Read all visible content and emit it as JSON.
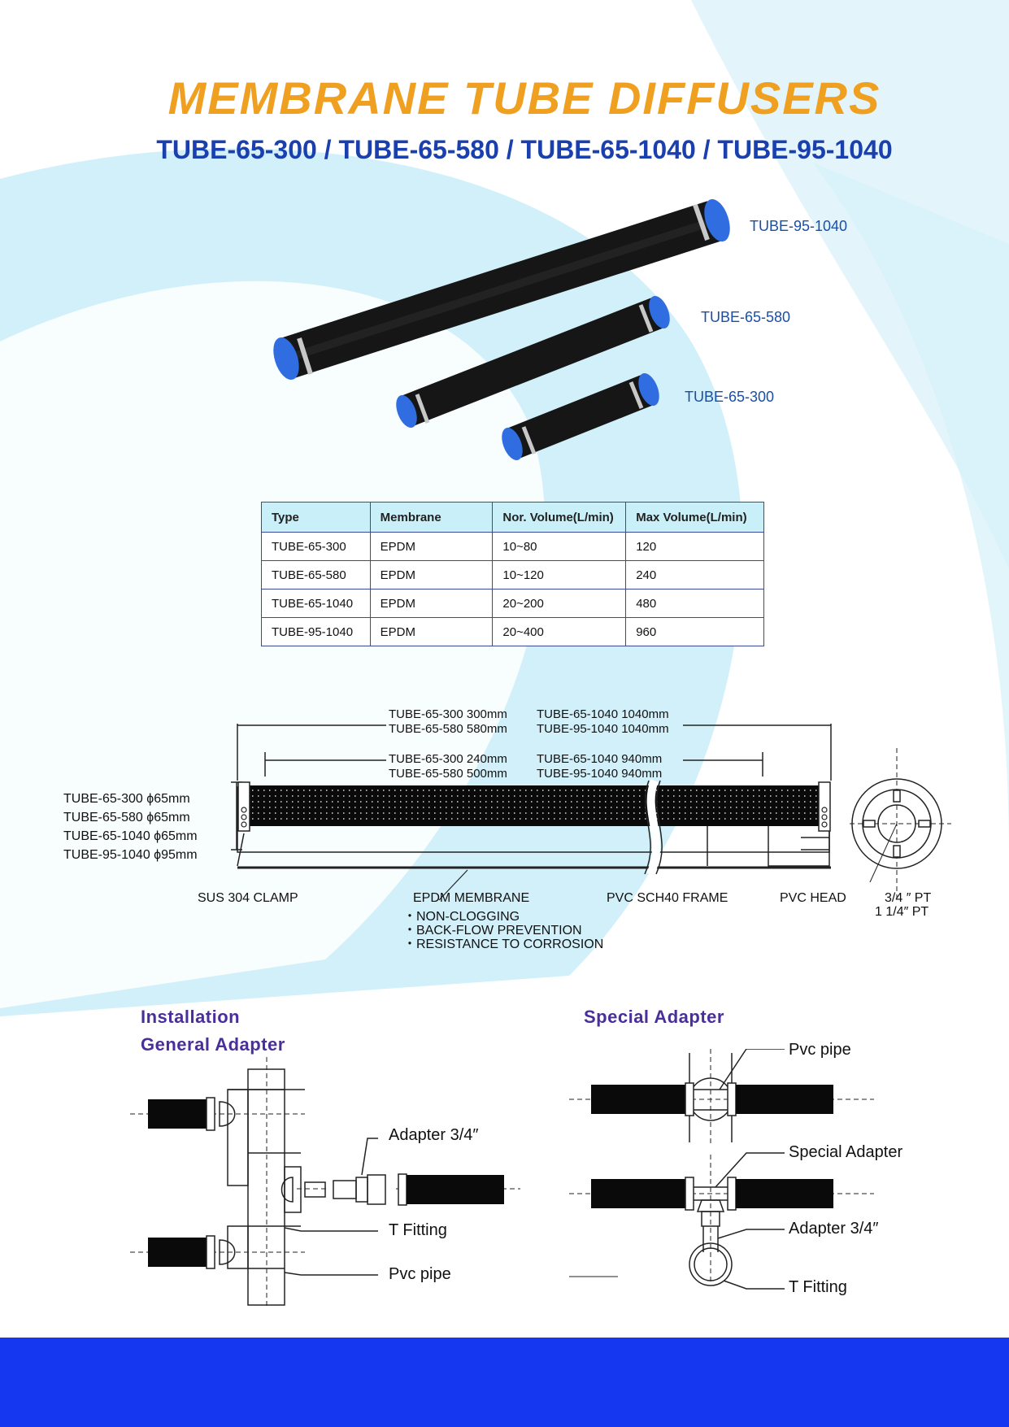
{
  "header": {
    "title": "MEMBRANE TUBE DIFFUSERS",
    "subtitle": "TUBE-65-300 / TUBE-65-580 / TUBE-65-1040 / TUBE-95-1040"
  },
  "photo_labels": [
    "TUBE-95-1040",
    "TUBE-65-580",
    "TUBE-65-300"
  ],
  "spec_table": {
    "headers": [
      "Type",
      "Membrane",
      "Nor. Volume(L/min)",
      "Max Volume(L/min)"
    ],
    "rows": [
      [
        "TUBE-65-300",
        "EPDM",
        "10~80",
        "120"
      ],
      [
        "TUBE-65-580",
        "EPDM",
        "10~120",
        "240"
      ],
      [
        "TUBE-65-1040",
        "EPDM",
        "20~200",
        "480"
      ],
      [
        "TUBE-95-1040",
        "EPDM",
        "20~400",
        "960"
      ]
    ]
  },
  "drawing": {
    "overall_lengths": [
      "TUBE-65-300  300mm",
      "TUBE-65-1040 1040mm",
      "TUBE-65-580  580mm",
      "TUBE-95-1040 1040mm"
    ],
    "membrane_lengths": [
      "TUBE-65-300  240mm",
      "TUBE-65-1040  940mm",
      "TUBE-65-580  500mm",
      "TUBE-95-1040  940mm"
    ],
    "diameters": [
      "TUBE-65-300  ϕ65mm",
      "TUBE-65-580  ϕ65mm",
      "TUBE-65-1040 ϕ65mm",
      "TUBE-95-1040 ϕ95mm"
    ],
    "clamp": "SUS  304  CLAMP",
    "membrane": "EPDM MEMBRANE",
    "features": [
      "・NON-CLOGGING",
      "・BACK-FLOW PREVENTION",
      "・RESISTANCE TO  CORROSION"
    ],
    "frame": "PVC SCH40 FRAME",
    "head": "PVC HEAD",
    "threads": [
      "3/4 ″  PT",
      "1 1/4″  PT"
    ]
  },
  "installation": {
    "title1": "Installation",
    "title2": "General Adapter",
    "adapter": "Adapter 3/4″",
    "t_fitting": "T Fitting",
    "pvc_pipe": "Pvc pipe"
  },
  "special": {
    "title": "Special Adapter",
    "pvc_pipe": "Pvc pipe",
    "special_adapter": "Special Adapter",
    "adapter": "Adapter 3/4″",
    "t_fitting": "T Fitting"
  },
  "colors": {
    "title": "#f0a020",
    "subtitle": "#1a3fae",
    "section": "#4a2f9a",
    "footer": "#1537f0",
    "table_header": "#c9f0f8"
  }
}
